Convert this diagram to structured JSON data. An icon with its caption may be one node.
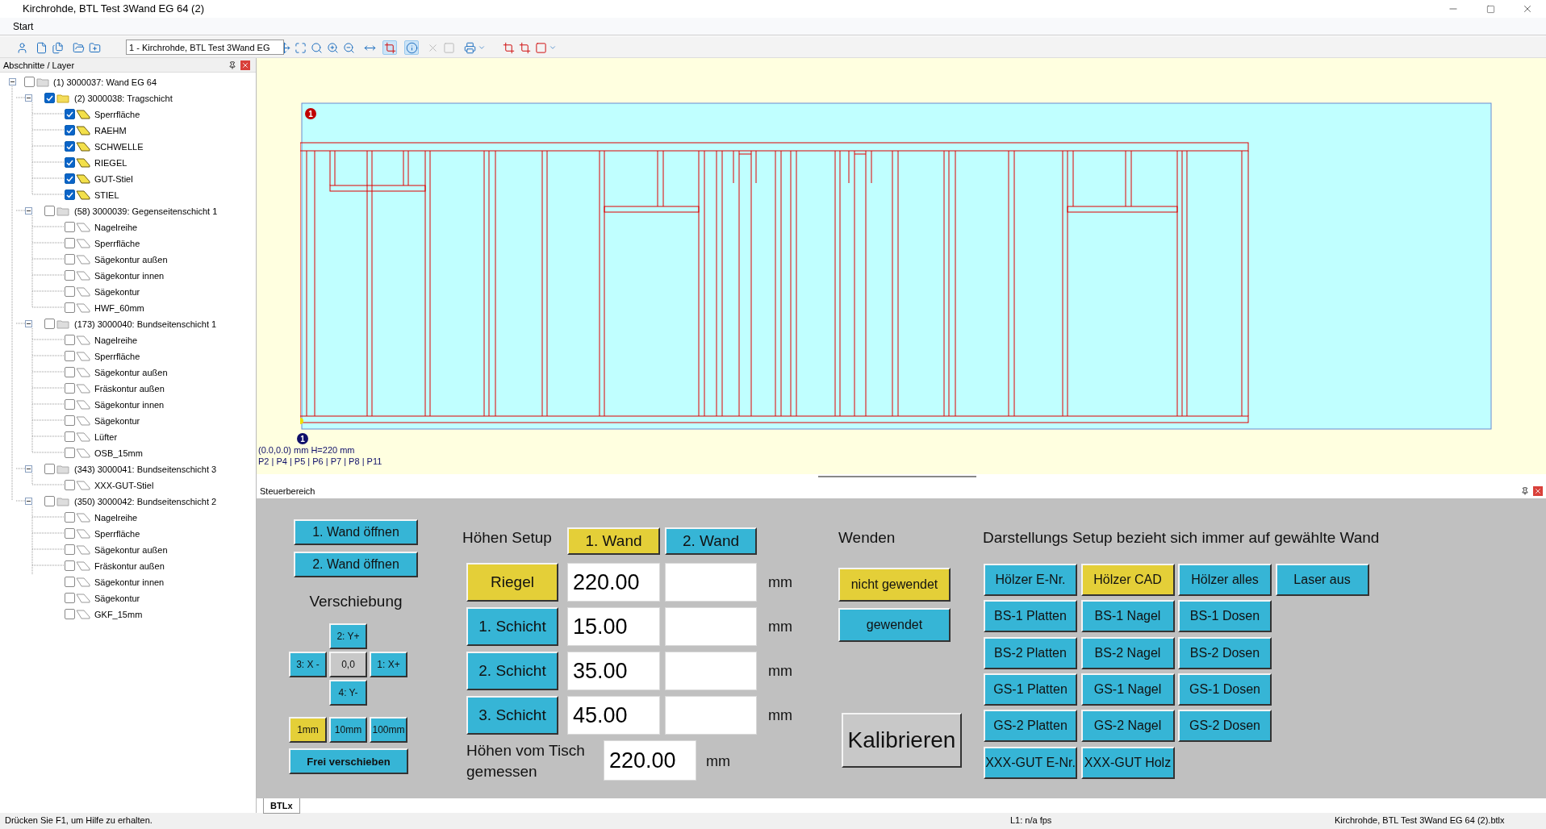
{
  "diagram": {
    "title": "Kirchrohde, BTL Test 3Wand EG 64 (2)",
    "labels": [
      "Start",
      "1 - Kirchrohde, BTL Test 3Wand EG",
      "Abschnitte / Layer",
      "(1) 3000037: Wand EG 64",
      "(2) 3000038: Tragschicht",
      "Sperrfläche",
      "RAEHM",
      "SCHWELLE",
      "RIEGEL",
      "GUT-Stiel",
      "STIEL",
      "(58) 3000039: Gegenseitenschicht 1",
      "Nagelreihe",
      "Sperrfläche",
      "Sägekontur außen",
      "Sägekontur innen",
      "Sägekontur",
      "HWF_60mm",
      "(173) 3000040: Bundseitenschicht 1",
      "Nagelreihe",
      "Sperrfläche",
      "Sägekontur außen",
      "Fräskontur außen",
      "Sägekontur innen",
      "Sägekontur",
      "Lüfter",
      "OSB_15mm",
      "(343) 3000041: Bundseitenschicht 3",
      "XXX-GUT-Stiel",
      "(350) 3000042: Bundseitenschicht 2",
      "Nagelreihe",
      "Sperrfläche",
      "Sägekontur außen",
      "Fräskontur außen",
      "Sägekontur innen",
      "Sägekontur",
      "GKF_15mm",
      "1",
      "1",
      "(0.0,0.0) mm H=220 mm",
      "P2 | P4 | P5 | P6 | P7 | P8 | P11",
      "Steuerbereich",
      "1. Wand öffnen",
      "2. Wand öffnen",
      "Verschiebung",
      "2: Y+",
      "3: X -",
      "0,0",
      "1: X+",
      "4: Y-",
      "1mm",
      "10mm",
      "100mm",
      "Frei verschieben",
      "Höhen Setup",
      "1. Wand",
      "2. Wand",
      "Riegel",
      "220.00",
      "mm",
      "1. Schicht",
      "15.00",
      "mm",
      "2. Schicht",
      "35.00",
      "mm",
      "3. Schicht",
      "45.00",
      "mm",
      "Höhen vom Tisch gemessen",
      "220.00",
      "mm",
      "Wenden",
      "nicht gewendet",
      "gewendet",
      "Kalibrieren",
      "Darstellungs Setup bezieht sich immer auf gewählte Wand",
      "Hölzer E-Nr.",
      "Hölzer CAD",
      "Hölzer alles",
      "Laser aus",
      "BS-1 Platten",
      "BS-1 Nagel",
      "BS-1 Dosen",
      "BS-2 Platten",
      "BS-2 Nagel",
      "BS-2 Dosen",
      "GS-1 Platten",
      "GS-1 Nagel",
      "GS-1 Dosen",
      "GS-2 Platten",
      "GS-2 Nagel",
      "GS-2 Dosen",
      "XXX-GUT E-Nr.",
      "XXX-GUT Holz",
      "BTLx",
      "Drücken Sie F1, um Hilfe zu erhalten.",
      "L1: n/a fps",
      "Kirchrohde, BTL Test 3Wand EG 64 (2).btlx"
    ]
  }
}
